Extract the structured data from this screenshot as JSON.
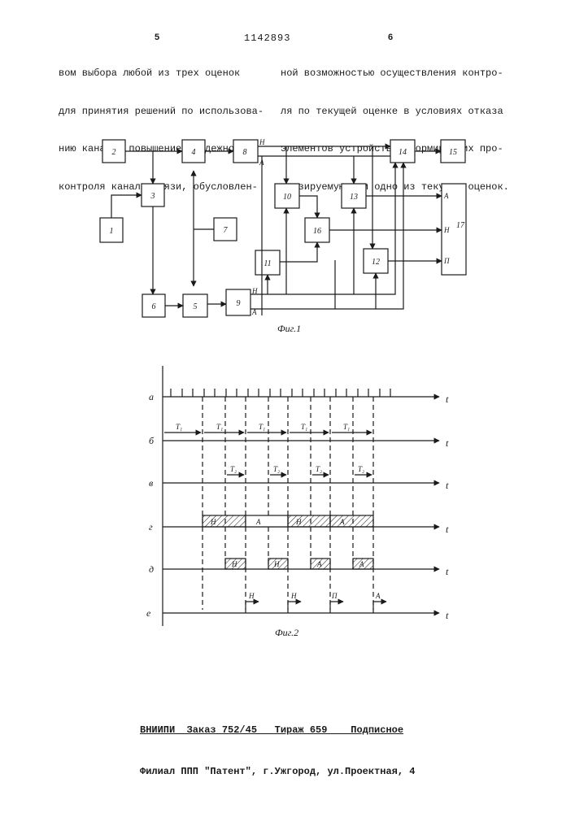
{
  "header": {
    "patent_number": "1142893",
    "left_col_num": "5",
    "right_col_num": "6"
  },
  "left_column": {
    "lines": [
      "вом выбора любой из трех оценок",
      "для принятия решений по использова-",
      "нию канала; повышением надежности",
      "контроля канала связи, обусловлен-"
    ]
  },
  "right_column": {
    "lines": [
      "ной возможностью осуществления контро-",
      "ля по текущей оценке в условиях отказа",
      "элементов устройства, формирующих про-",
      "гнозируемую или одно из текущих оценок."
    ]
  },
  "fig1": {
    "caption": "Фиг.1",
    "blocks": [
      "1",
      "2",
      "3",
      "4",
      "5",
      "6",
      "7",
      "8",
      "9",
      "10",
      "11",
      "12",
      "13",
      "14",
      "15",
      "16",
      "17"
    ],
    "output_labels": {
      "n8": "Н",
      "a8": "А",
      "n9": "Н",
      "a9": "А",
      "in17_a": "А",
      "in17_n": "Н",
      "in17_p": "П"
    }
  },
  "fig2": {
    "caption": "Фиг.2",
    "rows": [
      "а",
      "б",
      "в",
      "г",
      "д",
      "е"
    ],
    "t": "t",
    "t1": "T₁",
    "t2": "T₂",
    "g_labels": [
      "Н",
      "А",
      "Н",
      "А"
    ],
    "d_labels": [
      "Н",
      "Н",
      "А",
      "А"
    ],
    "e_labels": [
      "Н",
      "Н",
      "П",
      "А"
    ]
  },
  "footer": {
    "line1": "ВНИИПИ  Заказ 752/45   Тираж 659    Подписное",
    "line2": "Филиал ППП \"Патент\", г.Ужгород, ул.Проектная, 4"
  }
}
